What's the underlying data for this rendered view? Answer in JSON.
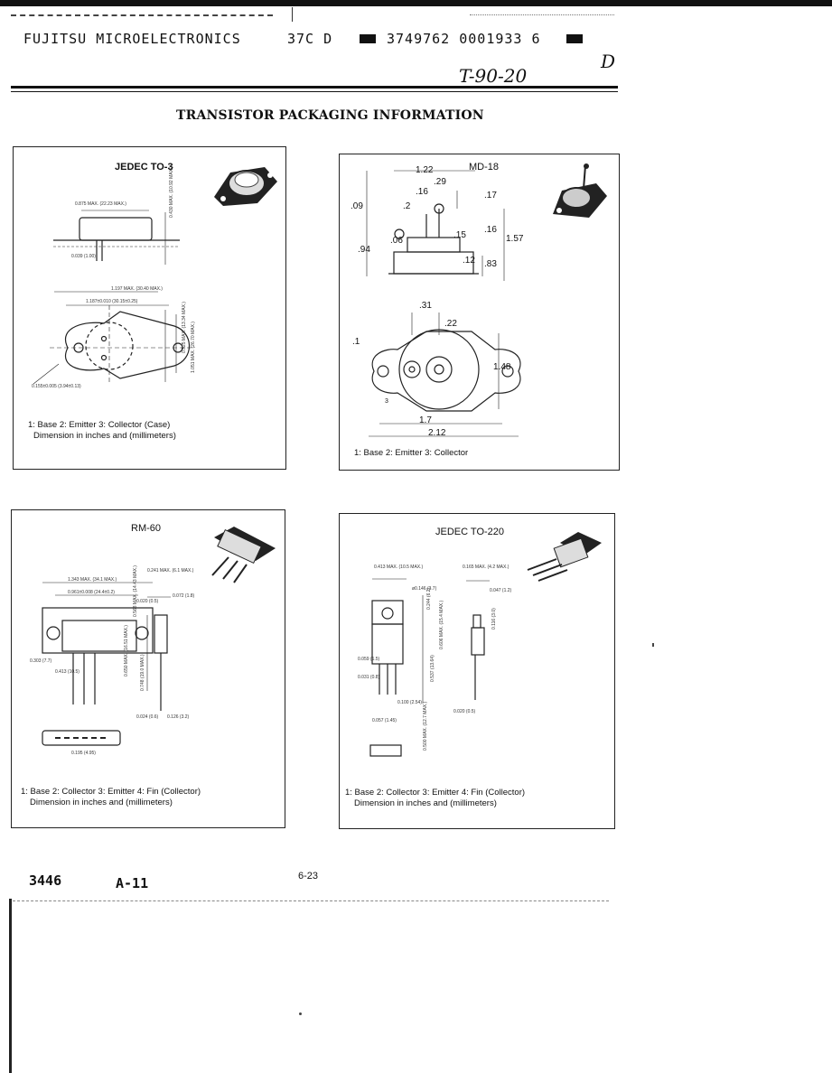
{
  "header": {
    "company": "FUJITSU MICROELECTRONICS",
    "code1": "37C D",
    "code2": "3749762 0001933 6",
    "handwritten_ref": "T-90-20",
    "handwritten_mark": "D"
  },
  "title": "TRANSISTOR PACKAGING INFORMATION",
  "panels": {
    "to3": {
      "title": "JEDEC TO-3",
      "legend": "1: Base  2: Emitter  3: Collector (Case)",
      "note": "Dimension in inches and (millimeters)",
      "dims": [
        "0.875 MAX. (22.23 MAX.)",
        "1.197 MAX. (30.40 MAX.)",
        "1.187±0.010 (30.15±0.25)",
        "0.430 MAX. (10.92 MAX.)",
        "0.039 (1.00)",
        "0.525 MAX. (13.34 MAX.)",
        "1.051 MAX. (26.70 MAX.)",
        "0.155±0.005 (3.94±0.13)"
      ]
    },
    "md18": {
      "title": "MD-18",
      "legend": "1: Base  2: Emitter  3: Collector",
      "dims": [
        "1.22",
        ".29",
        ".16",
        ".17",
        ".09",
        ".2",
        ".06",
        ".15",
        ".16",
        "1.57",
        ".94",
        ".12",
        ".83",
        ".31",
        ".22",
        ".1",
        "1.48",
        "1.7",
        "2.12",
        "3"
      ]
    },
    "rm60": {
      "title": "RM-60",
      "legend": "1: Base  2: Collector  3: Emitter  4: Fin (Collector)",
      "note": "Dimension in inches and (millimeters)",
      "dims": [
        "1.343 MAX. (34.1 MAX.)",
        "0.961±0.008 (24.4±0.2)",
        "0.241 MAX. (6.1 MAX.)",
        "0.020 (0.5)",
        "0.072 (1.8)",
        "0.568 MAX. (14.43 MAX.)",
        "0.650 MAX. (16.51 MAX.)",
        "0.748 (19.0 MAX.)",
        "0.303 (7.7)",
        "0.413 (10.5)",
        "0.024 (0.6)",
        "0.126 (3.2)",
        "0.195 (4.95)"
      ]
    },
    "to220": {
      "title": "JEDEC TO-220",
      "legend": "1: Base  2: Collector  3: Emitter  4: Fin (Collector)",
      "note": "Dimension in inches and (millimeters)",
      "dims": [
        "0.413 MAX. (10.5 MAX.)",
        "0.165 MAX. (4.2 MAX.)",
        "ø0.146 (3.7)",
        "0.244 (6.2)",
        "0.047 (1.2)",
        "0.059 (1.5)",
        "0.031 (0.8)",
        "0.100 (2.54)",
        "0.606 MAX. (15.4 MAX.)",
        "0.537 (13.64)",
        "0.116 (3.0)",
        "0.020 (0.5)",
        "0.057 (1.45)",
        "0.500 MAX. (12.7 MAX.)"
      ]
    }
  },
  "footer": {
    "left_code": "3446",
    "doc_code": "A-11",
    "page": "6-23"
  }
}
